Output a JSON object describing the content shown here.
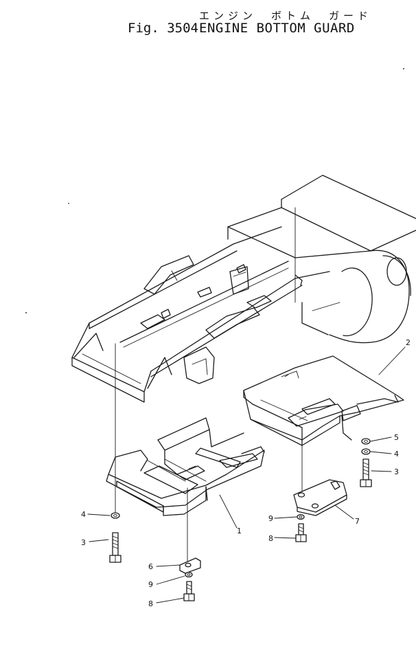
{
  "header": {
    "japanese_title": "エンジン　ボトム　ガード",
    "figure_number": "Fig. 3504",
    "title": "ENGINE BOTTOM GUARD"
  },
  "callouts": {
    "c1": "1",
    "c2": "2",
    "c3a": "3",
    "c3b": "3",
    "c4a": "4",
    "c4b": "4",
    "c5": "5",
    "c6": "6",
    "c7": "7",
    "c8a": "8",
    "c8b": "8",
    "c9a": "9",
    "c9b": "9"
  }
}
